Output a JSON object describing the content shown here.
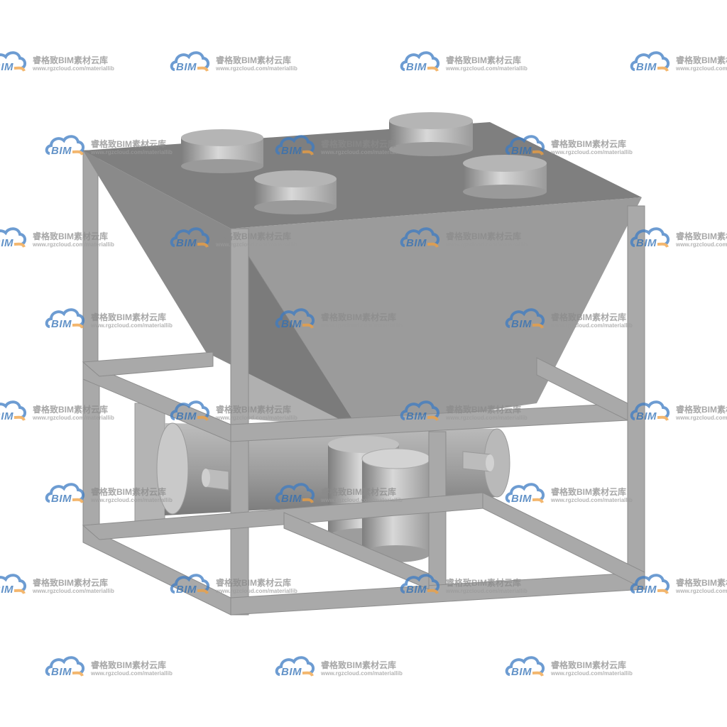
{
  "watermark": {
    "logo_text": "BIM",
    "title": "睿格致BIM素材云库",
    "url": "www.rgzcloud.com/materiallib",
    "colors": {
      "cloud_blue": "#3d7cc4",
      "cloud_orange": "#f0a040",
      "text_gray": "#8a8a8a"
    }
  },
  "model": {
    "icon": "hopper-with-frame-3d-model",
    "colors": {
      "frame": "#a9a9a9",
      "frame_dark": "#8f8f8f",
      "hopper_top": "#7d7d7d",
      "hopper_side": "#8a8a8a",
      "hopper_front": "#999999",
      "cylinder_light": "#cfcfcf",
      "cylinder_dark": "#8c8c8c"
    }
  }
}
